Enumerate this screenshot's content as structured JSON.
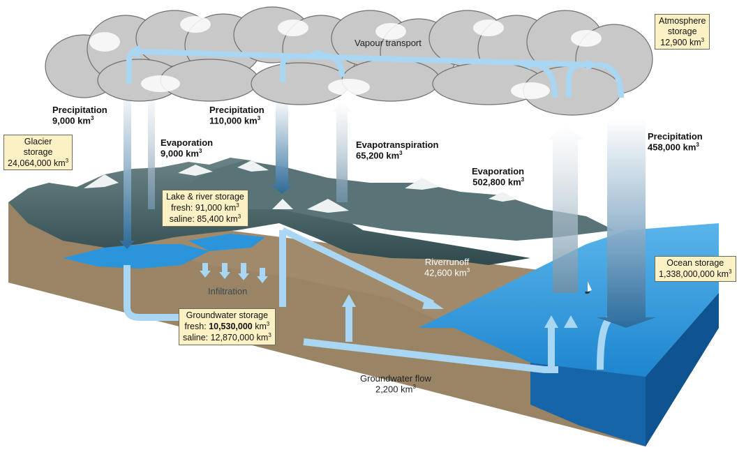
{
  "storages": {
    "atmosphere": {
      "line1": "Atmosphere",
      "line2": "storage",
      "value": "12,900 km",
      "unit_sup": "3"
    },
    "glacier": {
      "line1": "Glacier",
      "line2": "storage",
      "value": "24,064,000 km",
      "unit_sup": "3"
    },
    "lake_river": {
      "title": "Lake & river storage",
      "fresh": "fresh: 91,000 km",
      "saline": "saline: 85,400 km",
      "unit_sup": "3"
    },
    "groundwater": {
      "title": "Groundwater storage",
      "fresh_prefix": "fresh: ",
      "fresh_value": "10,530,000",
      "fresh_unit": " km",
      "saline": "saline: 12,870,000 km",
      "unit_sup": "3"
    },
    "ocean": {
      "title": "Ocean storage",
      "value": "1,338,000,000 km",
      "unit_sup": "3"
    }
  },
  "flows": {
    "vapour_transport": "Vapour transport",
    "precip_glacier": {
      "label": "Precipitation",
      "value": "9,000 km",
      "unit_sup": "3"
    },
    "evap_glacier": {
      "label": "Evaporation",
      "value": "9,000 km",
      "unit_sup": "3"
    },
    "precip_land": {
      "label": "Precipitation",
      "value": "110,000 km",
      "unit_sup": "3"
    },
    "evapotranspiration": {
      "label": "Evapotranspiration",
      "value": "65,200 km",
      "unit_sup": "3"
    },
    "evap_ocean": {
      "label": "Evaporation",
      "value": "502,800 km",
      "unit_sup": "3"
    },
    "precip_ocean": {
      "label": "Precipitation",
      "value": "458,000 km",
      "unit_sup": "3"
    },
    "river_runoff": {
      "label": "Riverrunoff",
      "value": "42,600 km",
      "unit_sup": "3"
    },
    "infiltration": "Infiltration",
    "groundwater_flow": {
      "label": "Groundwater flow",
      "value": "2,200 km",
      "unit_sup": "3"
    }
  },
  "colors": {
    "cloud": "#bfbfbf",
    "cloud_light": "#ffffff",
    "flow_arrow": "#a9d7f3",
    "ocean": "#1f8fd6",
    "soil": "#9a8466",
    "mountain": "#4f6b6d",
    "storage_box": "#fcf1c4"
  }
}
